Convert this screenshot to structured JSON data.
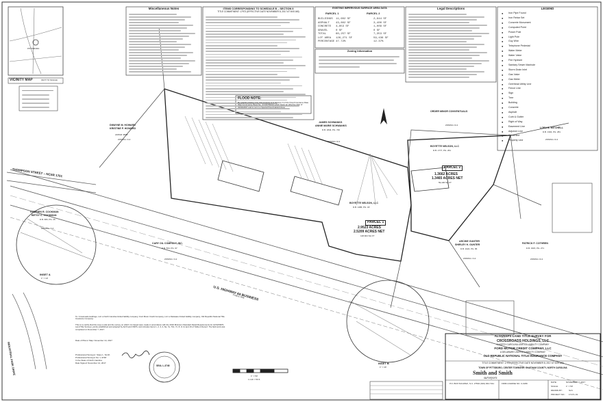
{
  "vicinity_map": {
    "title": "VICINITY MAP",
    "scale_note": "(NOT TO SCALE)",
    "town": "PITTSBORO"
  },
  "notes_boxes": {
    "misc_notes_title": "Miscellaneous Notes",
    "schedule_title": "ITEMS CORRESPONDING TO SCHEDULE B – SECTION II",
    "schedule_subtitle": "TITLE COMMITMENT: 17973 (EFFECTIVE DATE NOVEMBER 8, 2017 AT 8:00 AM)",
    "impervious_title": "EXISTING IMPERVIOUS SURFACE AREA DATA",
    "legal_title": "Legal Descriptions",
    "zoning_title": "Zoning Information",
    "legend_title": "LEGEND",
    "flood_note_title": "FLOOD NOTE:",
    "flood_note_text": "By graphic plotting only, this property is in Zone(s) X of the Flood Insurance Rate Map Community Panel No. 3710975000J which bears an effective date of 02/02/2007 and is not in a Special Flood Hazard Area."
  },
  "impervious_table": {
    "parcel1_label": "PARCEL 1",
    "parcel2_label": "PARCEL 2",
    "col_head": "EXISTING IMPERVIOUS SURFACE AREA",
    "rows": [
      {
        "name": "BUILDINGS",
        "p1": "11,602 SF",
        "p2": "2,944 SF"
      },
      {
        "name": "ASPHALT",
        "p1": "43,802 SF",
        "p2": "3,400 SF"
      },
      {
        "name": "CONCRETE",
        "p1": "4,853 SF",
        "p2": "1,009 SF"
      },
      {
        "name": "GRAVEL",
        "p1": "0 SF",
        "p2": "0 SF"
      },
      {
        "name": "TOTAL",
        "p1": "60,257 SF",
        "p2": "7,353 SF"
      },
      {
        "name": "LOT AREA",
        "p1": "126,271 SF",
        "p2": "59,436 SF"
      },
      {
        "name": "PERCENTAGE",
        "p1": "47.72%",
        "p2": "12.37%"
      }
    ]
  },
  "legend_items": [
    "Iron Pipe Found",
    "Iron Rebar Set",
    "Concrete Monument",
    "Computed Point",
    "Power Pole",
    "Light Pole",
    "Guy Wire",
    "Telephone Pedestal",
    "Water Meter",
    "Water Valve",
    "Fire Hydrant",
    "Sanitary Sewer Manhole",
    "Storm Drain Inlet",
    "Gas Valve",
    "Gas Meter",
    "Overhead Utility Line",
    "Fence Line",
    "Sign",
    "Tree",
    "Building",
    "Concrete",
    "Asphalt",
    "Curb & Gutter",
    "Right of Way",
    "Easement Line",
    "Adjoiner Line",
    "Centerline",
    "Property Line"
  ],
  "adjoiners": {
    "howard": {
      "name1": "DWAYNE M. HOWARD",
      "name2": "KRISTINE P. HOWARD",
      "pin": "AKPAR: 9898",
      "zoning": "ZONING: O-2"
    },
    "schwanks": {
      "name1": "JAMES SCHWANKS",
      "name2": "ANNIE MARIE SCHWANKS",
      "book": "D.B. 1844, PG. 740",
      "zoning": "ZONING: R-4"
    },
    "order_minor": {
      "name": "ORDER MINOR CONVENTUALS",
      "zoning": "ZONING: R-4"
    },
    "mitchell": {
      "name": "LORA B. MITCHELL",
      "book": "D.B. 1304, PG. 281",
      "zoning": "ZONING: R-4"
    },
    "cookman": {
      "name1": "STEPHEN R. COOKMAN",
      "name2": "BETSY C. COOKMAN",
      "book": "D.B. 683, PG. 46",
      "zoning": "ZONING: O-2"
    },
    "cary_oil": {
      "name": "CARY OIL COMPANY, INC.",
      "book": "D.B. 504, PG. 97",
      "zoning": "ZONING: O-2"
    },
    "gunter": {
      "name1": "ARCHIE GUNTER",
      "name2": "SHIRLEY H. GUNTER",
      "book": "D.B. 1024, PG. 86",
      "zoning": "ZONING: O-2"
    },
    "cothren": {
      "name": "PATRICK F. COTHREN",
      "book": "D.B. 1915, PG. 271",
      "zoning": "ZONING: R-4"
    },
    "boyette_top": {
      "name": "BOYETTE NELSON, LLC",
      "book": "D.B. 1777, PG. 261"
    },
    "boyette_mid": {
      "name": "BOYETTE NELSON, LLC",
      "book": "D.B. 1486, PG. 18"
    }
  },
  "parcels": {
    "parcel1": {
      "label": "PARCEL 1",
      "acres": "2.9523 ACRES",
      "acres_net": "2.5209 ACRES NET",
      "sf": "128,604 SQ FT"
    },
    "parcel2": {
      "label": "PARCEL 2",
      "acres": "1.3662 ACRES",
      "acres_net": "1.3465 ACRES NET",
      "sf": "59,436 SQ FT"
    }
  },
  "roads": {
    "thompson": "THOMPSON STREET – NCSR 1701",
    "us64": "U.S. HIGHWAY 64 BUSINESS",
    "us64_row": "PUBLIC R/W",
    "industrial": "INDUSTRIAL PARK DRIVE"
  },
  "insets": {
    "a": "INSET A",
    "a_scale": "1\" = 10'",
    "b": "INSET B",
    "b_scale": "1\" = 40'"
  },
  "certification": {
    "to_line": "To: Crossroads Holdings, LLC a North Carolina limited liability company; Ford Motor Credit Company, LLC a Delaware limited liability company; Old Republic National Title Insurance Company:",
    "body": "This is to certify that this map or plat and the survey on which it is based were made in accordance with the 2016 Minimum Standard Detail Requirements for ALTA/NSPS Land Title Surveys, jointly established and adopted by ALTA and NSPS, and includes Items 1, 2, 3, 4, 6a, 7a, 7b1, 7c, 8, 9, 11 and 16 of Table A thereof. The field work was completed on November 7, 2017.",
    "date_line": "Date of Plat or Map: November 14, 2017",
    "surveyor": "Professional Surveyor: Stacy L. Smith",
    "license": "Professional Surveyor No. L-3748",
    "state": "In the State of North Carolina",
    "signed": "Date Signed: November 14, 2017",
    "seal_text": "SEAL L-3748"
  },
  "scale_bar": {
    "label": "1\" = 50'",
    "sub": "1 inch = 50 ft."
  },
  "title_block": {
    "title": "ALTA/NSPS LAND TITLE SURVEY FOR",
    "client": "CROSSROADS HOLDINGS, LLC",
    "client_sub": "A NORTH CAROLINA LIMITED LIABILITY COMPANY",
    "co_client": "FORD MOTOR CREDIT COMPANY, LLC",
    "co_client_sub": "A DELAWARE LIMITED LIABILITY COMPANY",
    "insurer": "OLD REPUBLIC NATIONAL TITLE INSURANCE COMPANY",
    "commitment": "TITLE COMMITMENT: 17973 (EFFECTIVE DATE NOVEMBER 8, 2017 AT 8:00 AM)",
    "location": "TOWN OF PITTSBORO, CENTER TOWNSHIP, CHATHAM COUNTY, NORTH CAROLINA",
    "firm": "Smith and Smith",
    "firm_sub": "surveyors",
    "firm_addr": "P.O. BOX 543  APEX, N.C. 27502  (919) 362-7111",
    "firm_license": "FIRM LICENSE NO. C-0236",
    "date_label": "DATE:",
    "date_val": "NOVEMBER 7, 2017",
    "scale_label": "SCALE:",
    "scale_val": "1\" = 50'",
    "drawn_label": "DRAWN BY:",
    "drawn_val": "SLS",
    "project_label": "PROJECT NO.:",
    "project_val": "17171–01"
  }
}
